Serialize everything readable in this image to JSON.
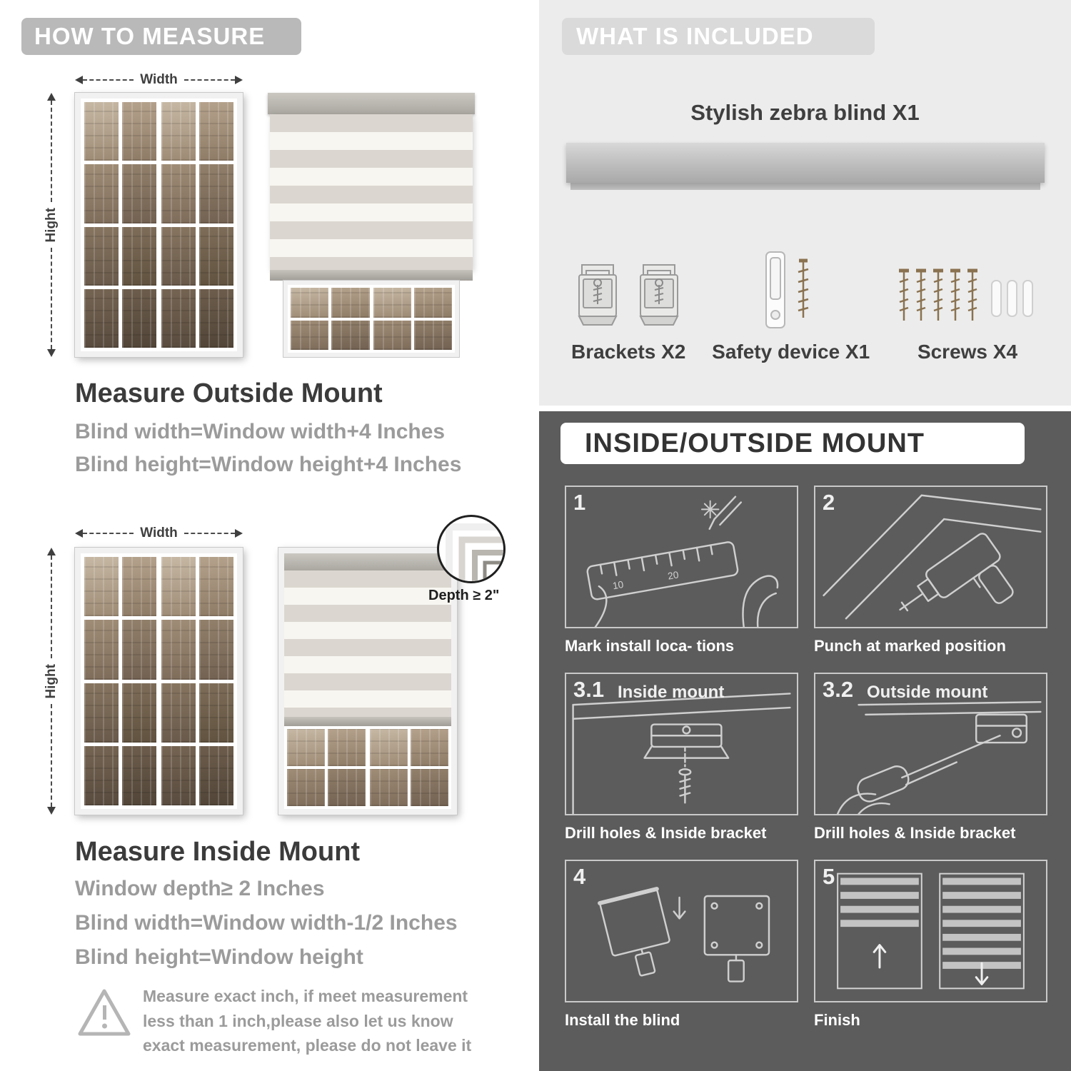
{
  "left": {
    "header": "HOW TO MEASURE",
    "outside": {
      "width_label": "Width",
      "height_label": "Hight",
      "title": "Measure Outside Mount",
      "line1": "Blind width=Window width+4 Inches",
      "line2": "Blind height=Window height+4 Inches"
    },
    "inside": {
      "width_label": "Width",
      "height_label": "Hight",
      "depth_label": "Depth ≥ 2\"",
      "title": "Measure Inside Mount",
      "line1": "Window depth≥ 2 Inches",
      "line2": "Blind width=Window width-1/2 Inches",
      "line3": "Blind height=Window height"
    },
    "warning": {
      "text": "Measure exact inch, if meet measurement less than 1 inch,please also let us know exact measurement, please do not leave it"
    }
  },
  "included": {
    "header": "WHAT IS INCLUDED",
    "blind_label": "Stylish zebra blind X1",
    "items": [
      {
        "label": "Brackets X2"
      },
      {
        "label": "Safety device X1"
      },
      {
        "label": "Screws X4"
      }
    ]
  },
  "mount": {
    "header": "INSIDE/OUTSIDE MOUNT",
    "steps": [
      {
        "num": "1",
        "caption": "Mark install loca- tions"
      },
      {
        "num": "2",
        "caption": "Punch at  marked position"
      },
      {
        "num": "3.1",
        "label": "Inside mount",
        "caption": "Drill holes &  Inside bracket"
      },
      {
        "num": "3.2",
        "label": "Outside mount",
        "caption": "Drill holes &  Inside bracket"
      },
      {
        "num": "4",
        "caption": "Install the blind"
      },
      {
        "num": "5",
        "caption": "Finish"
      }
    ]
  },
  "colors": {
    "light_panel": "#ececec",
    "dark_panel": "#5c5c5c",
    "banner_gray": "#b9b9b9",
    "text_gray": "#9b9b9b"
  }
}
